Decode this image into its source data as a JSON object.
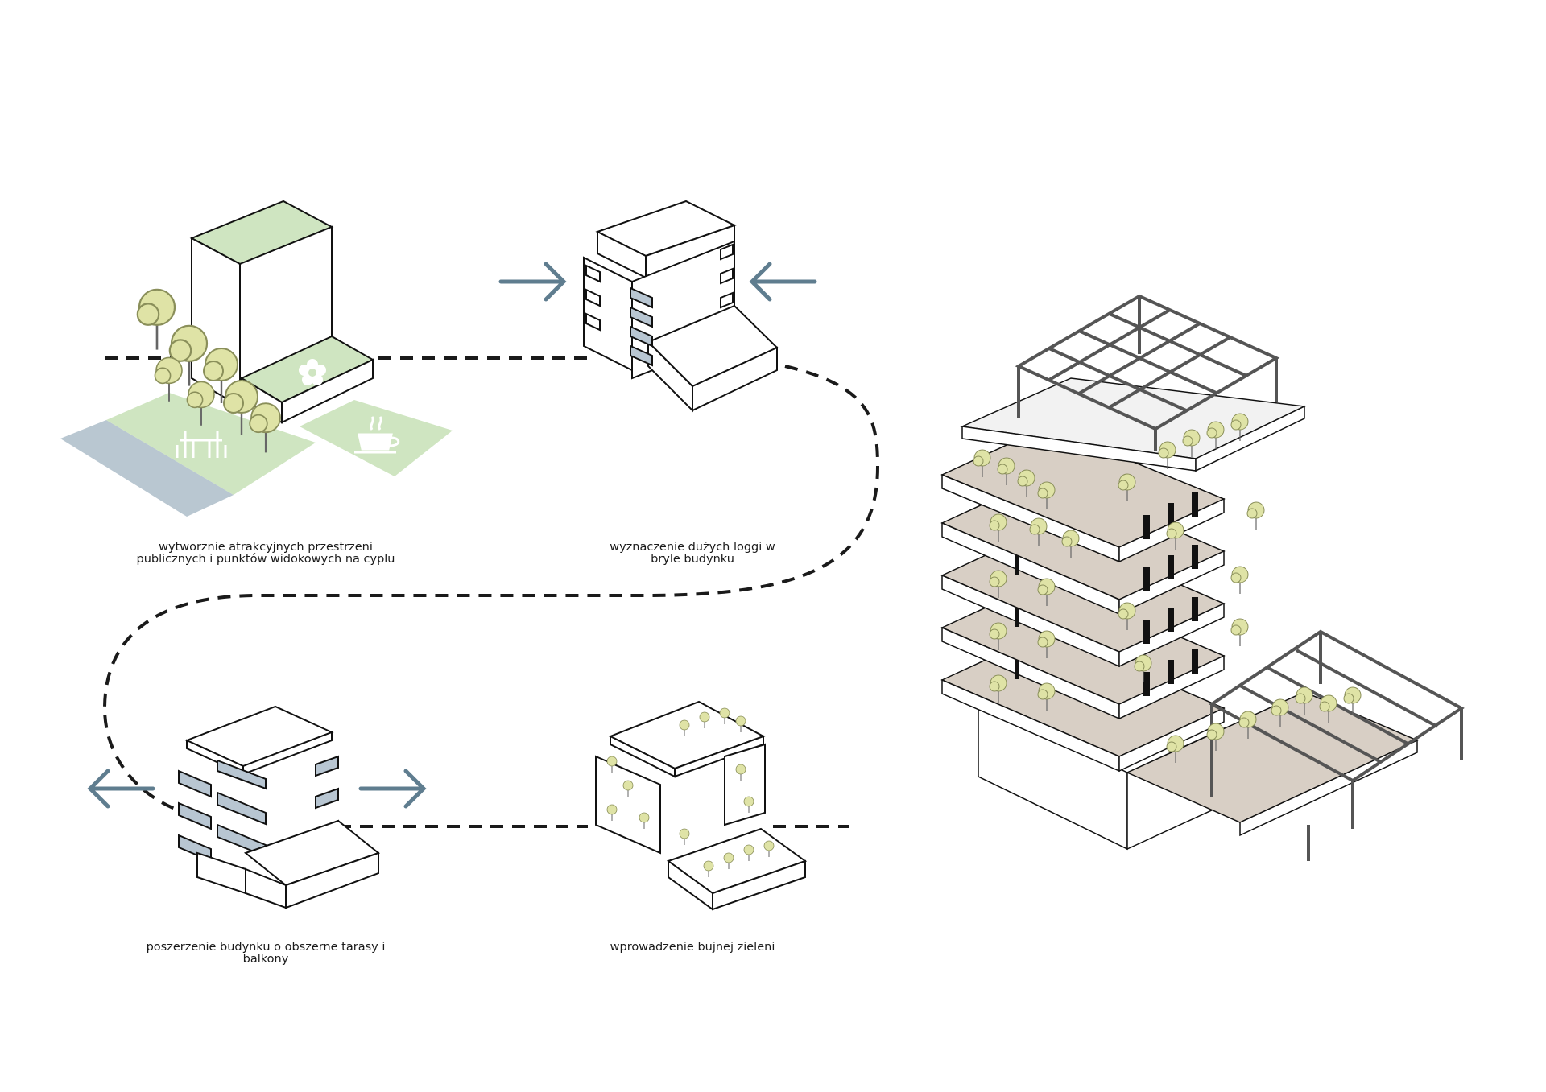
{
  "steps": [
    {
      "caption_line1": "wytworznie atrakcyjnych przestrzeni",
      "caption_line2": "publicznych i punktów widokowych na cyplu",
      "icons": [
        "picnic-table-icon",
        "flower-icon",
        "coffee-cup-icon"
      ]
    },
    {
      "caption_line1": "wyznaczenie dużych loggi w",
      "caption_line2": "bryle budynku"
    },
    {
      "caption_line1": "poszerzenie budynku o obszerne tarasy i",
      "caption_line2": "balkony"
    },
    {
      "caption_line1": "wprowadzenie bujnej zieleni",
      "caption_line2": ""
    }
  ],
  "colors": {
    "green": "#cfe5c1",
    "street": "#b9c7d1",
    "arrow": "#5f7d8f",
    "tree": "#dfe3a6",
    "terrace": "#d8cfc5",
    "glass": "#b8c6d2",
    "frame": "#555555"
  }
}
